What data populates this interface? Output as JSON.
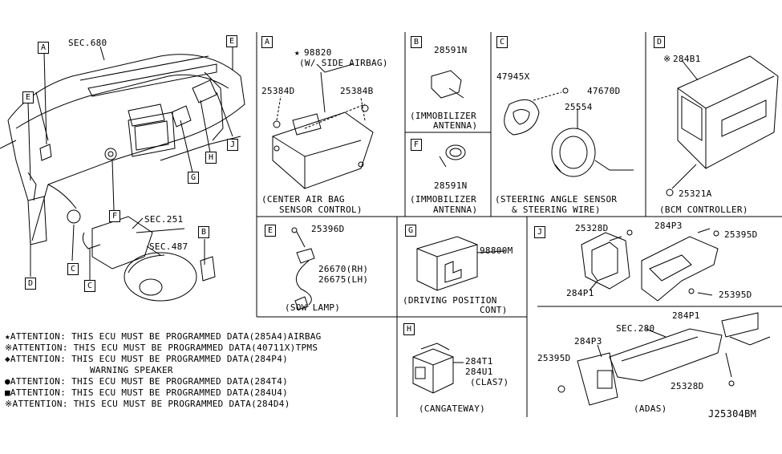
{
  "diagram_id": "J25304BM",
  "overview": {
    "sec_labels": [
      "SEC.680",
      "SEC.251",
      "SEC.487"
    ],
    "callouts": [
      "A",
      "E",
      "E",
      "B",
      "C",
      "C",
      "D",
      "F",
      "G",
      "H",
      "J"
    ]
  },
  "panels": {
    "A": {
      "letter": "A",
      "parts": [
        "98820",
        "(W/ SIDE AIRBAG)",
        "25384D",
        "25384B"
      ],
      "mark": "★",
      "caption": [
        "(CENTER AIR BAG",
        "SENSOR CONTROL)"
      ]
    },
    "B": {
      "letter": "B",
      "parts": [
        "28591N"
      ],
      "caption": [
        "(IMMOBILIZER",
        "ANTENNA)"
      ]
    },
    "F": {
      "letter": "F",
      "parts": [
        "28591N"
      ],
      "caption": [
        "(IMMOBILIZER",
        "ANTENNA)"
      ]
    },
    "C": {
      "letter": "C",
      "parts": [
        "47945X",
        "47670D",
        "25554"
      ],
      "caption": [
        "(STEERING ANGLE SENSOR",
        "& STEERING WIRE)"
      ]
    },
    "D": {
      "letter": "D",
      "parts": [
        "284B1",
        "25321A"
      ],
      "mark": "※",
      "caption": [
        "(BCM CONTROLLER)"
      ]
    },
    "E": {
      "letter": "E",
      "parts": [
        "25396D",
        "26670(RH)",
        "26675(LH)"
      ],
      "caption": [
        "(SOW LAMP)"
      ]
    },
    "G": {
      "letter": "G",
      "parts": [
        "98800M"
      ],
      "caption": [
        "(DRIVING POSITION",
        "CONT)"
      ]
    },
    "J": {
      "letter": "J",
      "parts": [
        "25328D",
        "284P3",
        "25395D",
        "284P1",
        "25395D"
      ]
    },
    "H": {
      "letter": "H",
      "parts": [
        "284T1",
        "284U1",
        "(CLAS7)"
      ],
      "caption": [
        "(CANGATEWAY)"
      ]
    },
    "ADAS": {
      "parts": [
        "284P1",
        "SEC.280",
        "284P3",
        "25395D",
        "25328D"
      ],
      "caption": [
        "(ADAS)"
      ]
    }
  },
  "attention_lines": [
    "★ATTENTION: THIS ECU MUST BE PROGRAMMED DATA(285A4)AIRBAG",
    "※ATTENTION: THIS ECU MUST BE PROGRAMMED DATA(40711X)TPMS",
    "◆ATTENTION: THIS ECU MUST BE PROGRAMMED DATA(284P4)",
    "WARNING SPEAKER",
    "●ATTENTION: THIS ECU MUST BE PROGRAMMED DATA(284T4)",
    "■ATTENTION: THIS ECU MUST BE PROGRAMMED DATA(284U4)",
    "※ATTENTION: THIS ECU MUST BE PROGRAMMED DATA(284D4)"
  ]
}
